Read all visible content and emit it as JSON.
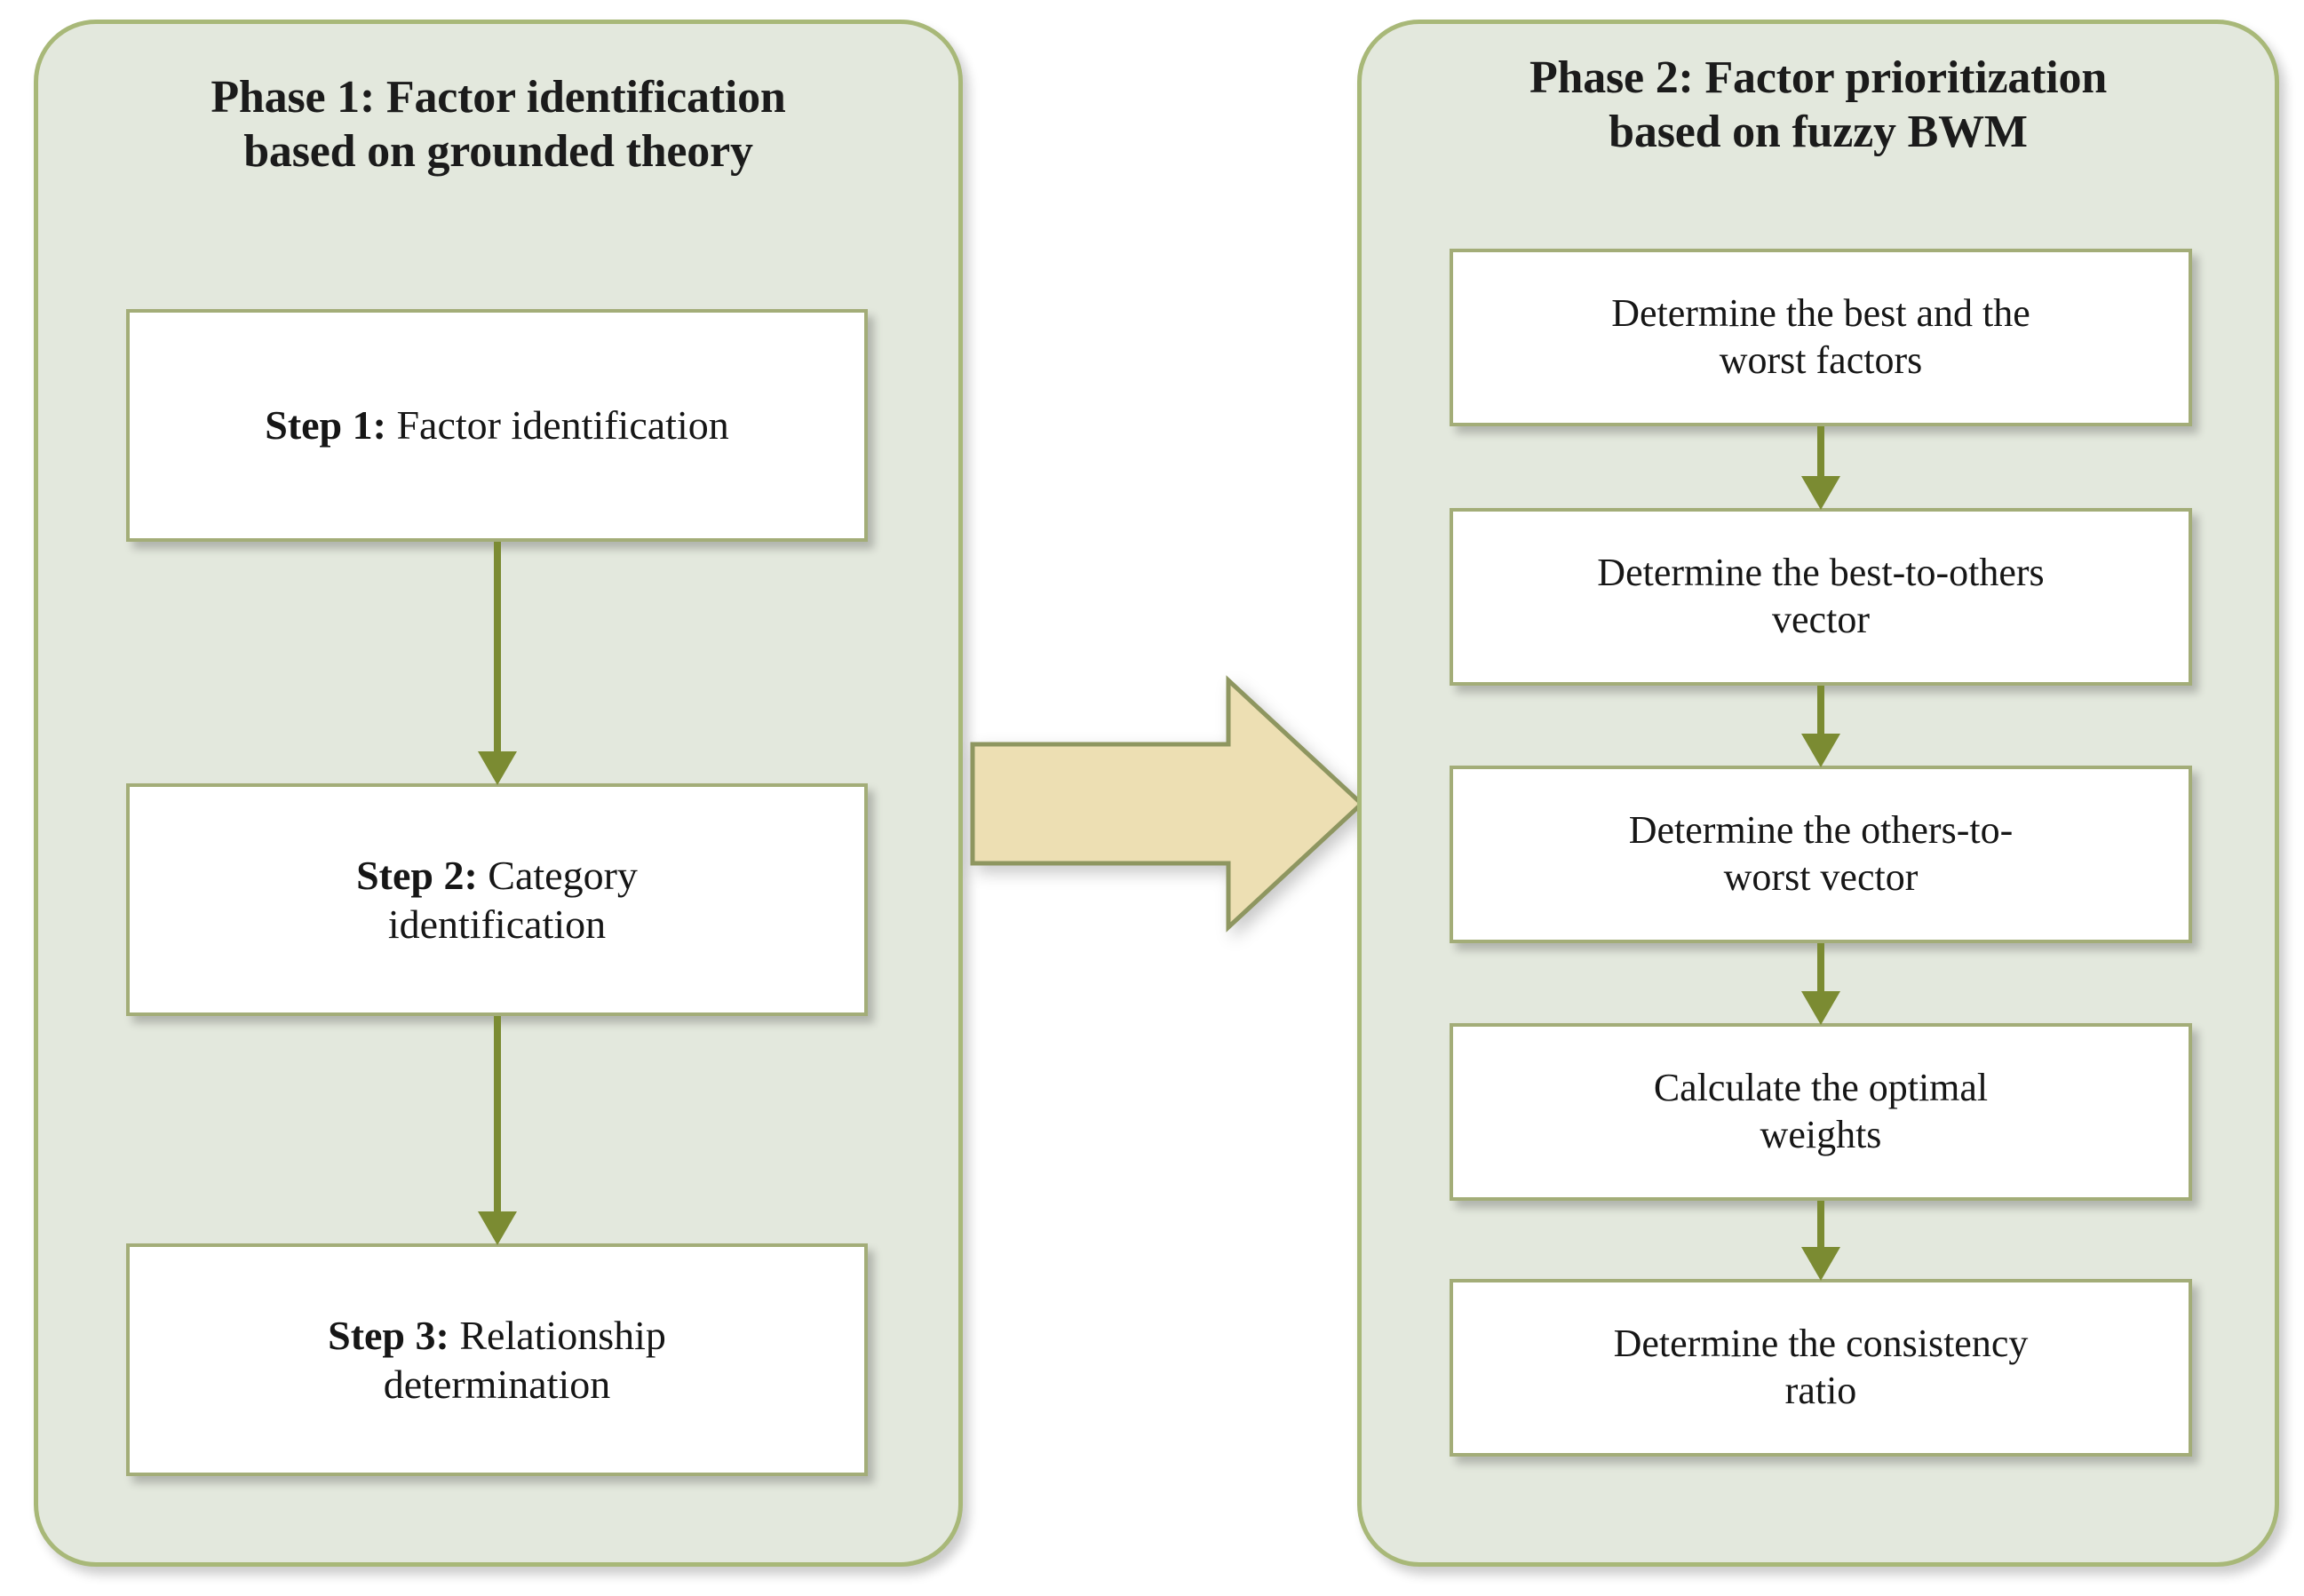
{
  "diagram": {
    "colors": {
      "panel_background": "#E3E8DD",
      "panel_border": "#A8B878",
      "box_background": "#FFFFFF",
      "box_border": "#A3AD78",
      "connector_arrow": "#7B8B32",
      "phase_arrow_fill": "#EDDFB3",
      "phase_arrow_border": "#8E9660",
      "text": "#161616"
    },
    "phase1": {
      "title_line1": "Phase 1: Factor identification",
      "title_line2": "based on grounded theory",
      "steps": [
        {
          "lead": "Step 1:",
          "rest": " Factor identification"
        },
        {
          "lead": "Step 2:",
          "rest": " Category",
          "rest2": "identification"
        },
        {
          "lead": "Step 3:",
          "rest": " Relationship",
          "rest2": "determination"
        }
      ]
    },
    "phase2": {
      "title_line1": "Phase 2: Factor prioritization",
      "title_line2": "based on fuzzy BWM",
      "steps": [
        {
          "line1": "Determine the best and the",
          "line2": "worst factors"
        },
        {
          "line1": "Determine the best-to-others",
          "line2": "vector"
        },
        {
          "line1": "Determine the others-to-",
          "line2": "worst vector"
        },
        {
          "line1": "Calculate the optimal",
          "line2": "weights"
        },
        {
          "line1": "Determine the consistency",
          "line2": "ratio"
        }
      ]
    },
    "phase_arrow": {
      "label": "",
      "direction": "right"
    }
  }
}
